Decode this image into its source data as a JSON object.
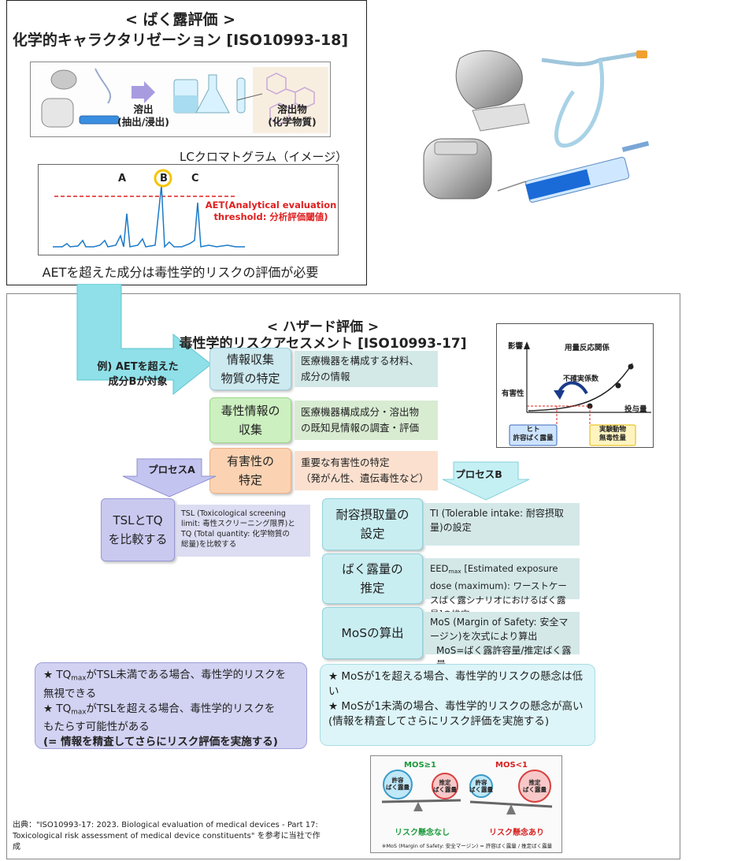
{
  "exposure": {
    "title1": "< ばく露評価 >",
    "title2": "化学的キャラクタリゼーション [ISO10993-18]",
    "elution_line1": "溶出",
    "elution_line2": "(抽出/浸出)",
    "eluate_line1": "溶出物",
    "eluate_line2": "(化学物質)",
    "lc_title": "LCクロマトグラム（イメージ）",
    "peak_a": "A",
    "peak_b": "B",
    "peak_c": "C",
    "aet_line1": "AET(Analytical evaluation",
    "aet_line2": "threshold: 分析評価閾値)",
    "note": "AETを超えた成分は毒性学的リスクの評価が必要"
  },
  "hazard": {
    "title1": "< ハザード評価 >",
    "title2": "毒性学的リスクアセスメント [ISO10993-17]",
    "example_line1": "例) AETを超えた",
    "example_line2": "成分Bが対象",
    "steps": [
      {
        "label_line1": "情報収集",
        "label_line2": "物質の特定",
        "desc_line1": "医療機器を構成する材料、",
        "desc_line2": "成分の情報"
      },
      {
        "label_line1": "毒性情報の",
        "label_line2": "収集",
        "desc_line1": "医療機器構成成分・溶出物",
        "desc_line2": "の既知見情報の調査・評価"
      },
      {
        "label_line1": "有害性の",
        "label_line2": "特定",
        "desc_line1": "重要な有害性の特定",
        "desc_line2": "（発がん性、遺伝毒性など）"
      }
    ],
    "dose_response": {
      "title": "用量反応関係",
      "y_label": "影響",
      "y_marker": "有害性",
      "x_label": "投与量",
      "uncertainty": "不確実係数",
      "human_line1": "ヒト",
      "human_line2": "許容ばく露量",
      "animal_line1": "実験動物",
      "animal_line2": "無毒性量"
    },
    "process_a": {
      "label": "プロセスA",
      "box_line1": "TSLとTQ",
      "box_line2": "を比較する",
      "desc_line1": "TSL (Toxicological screening",
      "desc_line2": "limit: 毒性スクリーニング限界)と",
      "desc_line3": "TQ (Total quantity: 化学物質の",
      "desc_line4": "総量)を比較する",
      "note_tq1": "TQ",
      "note_max": "max",
      "note1_rest_a": "がTSL未満である場合、毒性学的リスクを",
      "note1_rest_b": "無視できる",
      "note2_rest_a": "がTSLを超える場合、毒性学的リスクを",
      "note2_rest_b": "もたらす可能性がある",
      "note3": "(= 情報を精査してさらにリスク評価を実施する)"
    },
    "process_b": {
      "label": "プロセスB",
      "ti_line1": "耐容摂取量の",
      "ti_line2": "設定",
      "ti_desc": "TI (Tolerable intake: 耐容摂取量)の設定",
      "eed_line1": "ばく露量の",
      "eed_line2": "推定",
      "eed_desc_a": "EED",
      "eed_desc_sub": "max",
      "eed_desc_b": " [Estimated exposure dose (maximum): ワーストケースばく露シナリオにおけるばく露量]の推定",
      "mos_label": "MoSの算出",
      "mos_desc1": "MoS (Margin of Safety: 安全マージン)を次式により算出",
      "mos_desc2": "MoS=ばく露許容量/推定ばく露量",
      "note1": "★ MoSが1を超える場合、毒性学的リスクの懸念は低い",
      "note2": "★ MoSが1未満の場合、毒性学的リスクの懸念が高い (情報を精査してさらにリスク評価を実施する)"
    },
    "mos_diagram": {
      "left_title": "MOS≥1",
      "right_title": "MOS<1",
      "tolerable_line1": "許容",
      "tolerable_line2": "ばく露量",
      "estimated_line1": "推定",
      "estimated_line2": "ばく露量",
      "left_result": "リスク懸念なし",
      "right_result": "リスク懸念あり",
      "footnote": "※MoS (Margin of Safety: 安全マージン) = 許容ばく露量 / 推定ばく露量"
    },
    "source": "出典：\"ISO10993-17: 2023. Biological evaluation of medical devices - Part 17: Toxicological risk assessment of medical device constituents\" を参考に当社で作成"
  },
  "colors": {
    "aet_red": "#e02020",
    "peak_blue": "#1a7ac8",
    "arrow_teal": "#8fe0e8",
    "highlight_yellow": "#f5c400"
  }
}
